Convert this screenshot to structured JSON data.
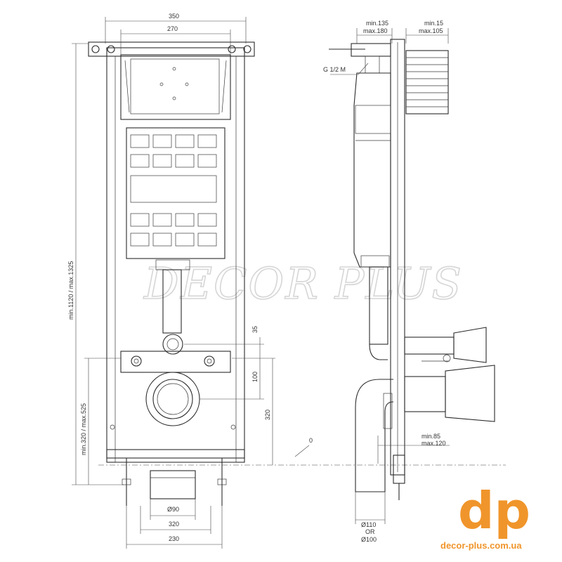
{
  "front_view": {
    "width_outer": "350",
    "width_inner": "270",
    "height_total": "min.1120 / max.1325",
    "height_outlet": "min.320 / max.525",
    "dim_35": "35",
    "dim_100": "100",
    "dim_320_vertical": "320",
    "pipe_diameter": "Ø90",
    "width_320": "320",
    "width_230": "230"
  },
  "side_view": {
    "depth_1": "min.135",
    "depth_1b": "max.180",
    "depth_2": "min.15",
    "depth_2b": "max.105",
    "thread": "G 1/2 M",
    "floor_level": "0",
    "depth_3": "min.85",
    "depth_3b": "max.120",
    "outlet_1": "Ø110",
    "outlet_or": "OR",
    "outlet_2": "Ø100"
  },
  "watermark": "DECOR PLUS",
  "logo": {
    "mark": "dp",
    "url": "decor-plus.com.ua"
  },
  "colors": {
    "line": "#2b2b2b",
    "accent": "#f0952b",
    "watermark": "#d6d6d6"
  }
}
